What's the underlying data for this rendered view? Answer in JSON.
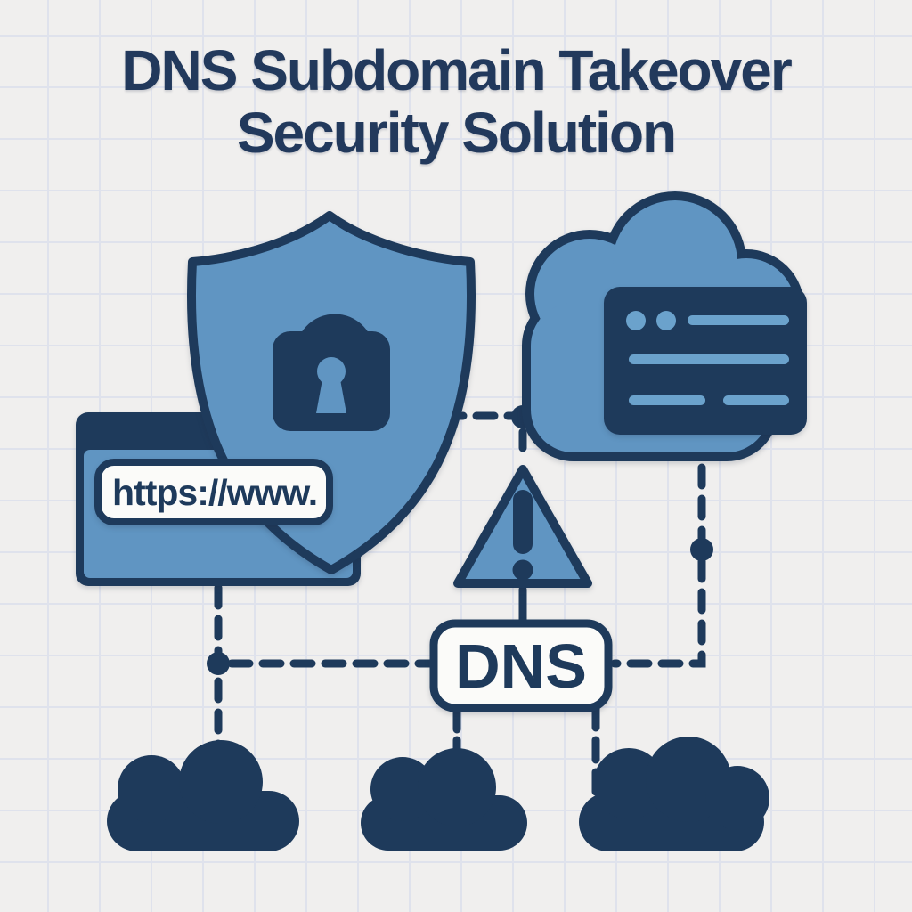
{
  "title": {
    "line1": "DNS Subdomain Takeover",
    "line2": "Security Solution"
  },
  "browser_window": {
    "url_text": "https://www."
  },
  "dns_label": {
    "text": "DNS"
  },
  "icons": [
    "shield-lock-icon",
    "padlock-icon",
    "browser-window-icon",
    "cloud-icon",
    "server-window-icon",
    "warning-triangle-icon",
    "cloud-icon-left",
    "cloud-icon-middle",
    "cloud-icon-right"
  ],
  "colors": {
    "navy": "#1e3a5b",
    "blue": "#6095c2",
    "blue_light": "#6ba2cc",
    "bg": "#f0efee",
    "grid": "#dfe2ec",
    "white": "#fbfbf9",
    "title": "#22395c"
  }
}
